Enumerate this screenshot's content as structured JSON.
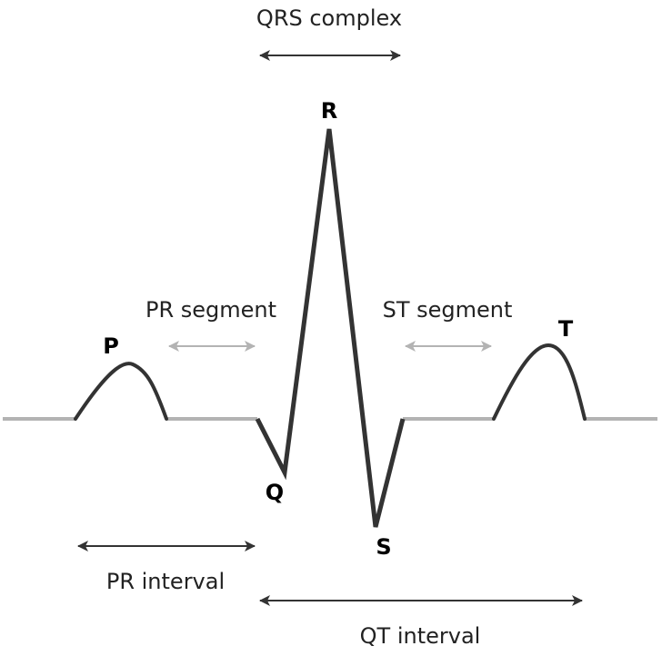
{
  "colors": {
    "waveform": "#333333",
    "baseline": "#b3b3b3",
    "arrow_dark": "#333333",
    "arrow_light": "#b3b3b3",
    "text": "#222222"
  },
  "waves": {
    "p": "P",
    "q": "Q",
    "r": "R",
    "s": "S",
    "t": "T"
  },
  "intervals": {
    "qrs_complex": "QRS complex",
    "pr_segment": "PR segment",
    "st_segment": "ST segment",
    "pr_interval": "PR interval",
    "qt_interval": "QT interval"
  }
}
